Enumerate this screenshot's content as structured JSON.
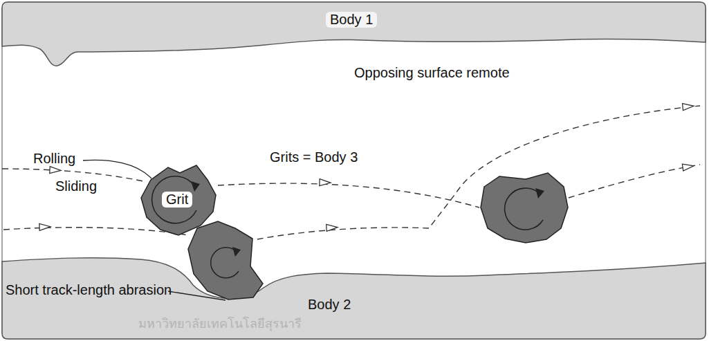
{
  "diagram": {
    "nodes": [
      {
        "text": [
          "Body 1"
        ]
      },
      {
        "text": [
          "Grit"
        ]
      },
      {
        "text": [
          "Body 2"
        ]
      }
    ],
    "labels": [
      "Opposing surface remote",
      "Rolling",
      "Sliding",
      "Grits = Body 3",
      "Short track-length abrasion",
      "มหาวิทยาลัยเทคโนโลยีสุรนารี"
    ]
  }
}
